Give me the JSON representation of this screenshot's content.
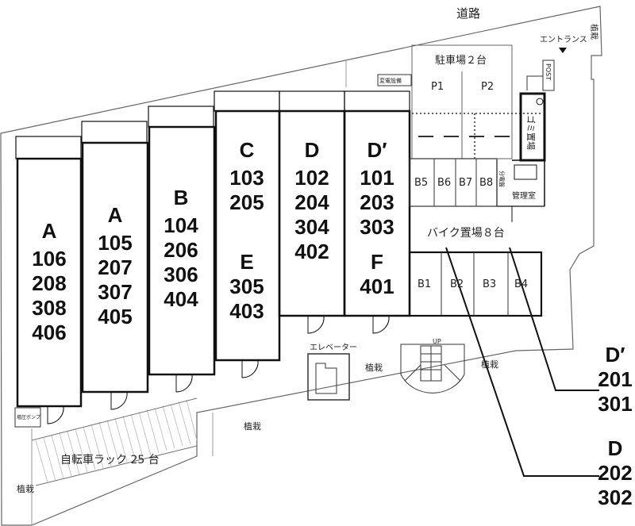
{
  "road": {
    "label": "道路"
  },
  "planting": {
    "label": "植栽"
  },
  "entrance": {
    "label": "エントランス"
  },
  "post": {
    "label": "POST"
  },
  "parking": {
    "title": "駐車場２台",
    "spaces": [
      "P1",
      "P2"
    ]
  },
  "electrical_equipment": {
    "label": "変電設備"
  },
  "garbage": {
    "label": "ゴミ置場"
  },
  "distribution_panel": {
    "label": "分電盤"
  },
  "office": {
    "label": "管理室"
  },
  "bike_parking": {
    "title": "バイク置場８台",
    "spaces_upper": [
      "B5",
      "B6",
      "B7",
      "B8"
    ],
    "spaces_lower": [
      "B1",
      "B2",
      "B3",
      "B4"
    ]
  },
  "elevator": {
    "label": "エレベーター"
  },
  "stairs": {
    "label": "UP"
  },
  "pump": {
    "label": "増圧ポンプ"
  },
  "bicycle_rack": {
    "label": "自転車ラック 25 台"
  },
  "blocks": [
    {
      "type": "A",
      "units": [
        "106",
        "208",
        "308",
        "406"
      ]
    },
    {
      "type": "A",
      "units": [
        "105",
        "207",
        "307",
        "405"
      ]
    },
    {
      "type": "B",
      "units": [
        "104",
        "206",
        "306",
        "404"
      ]
    },
    {
      "type": "C",
      "units": [
        "103",
        "205"
      ],
      "type2": "E",
      "units2": [
        "305",
        "403"
      ]
    },
    {
      "type": "D",
      "units": [
        "102",
        "204",
        "304",
        "402"
      ]
    },
    {
      "type": "D′",
      "units": [
        "101",
        "203",
        "303"
      ],
      "type2": "F",
      "units2": [
        "401"
      ]
    }
  ],
  "callouts": [
    {
      "type": "D′",
      "units": [
        "201",
        "301"
      ]
    },
    {
      "type": "D",
      "units": [
        "202",
        "302"
      ]
    }
  ]
}
